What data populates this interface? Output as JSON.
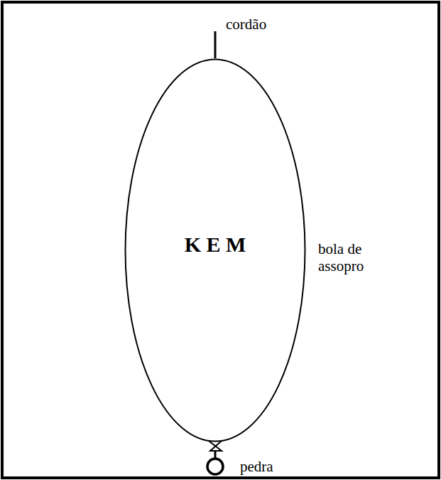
{
  "diagram": {
    "nodes": [
      {
        "text": [
          "K E M"
        ]
      }
    ],
    "labels": [
      "cordão",
      "bola de assopro",
      "pedra"
    ]
  }
}
